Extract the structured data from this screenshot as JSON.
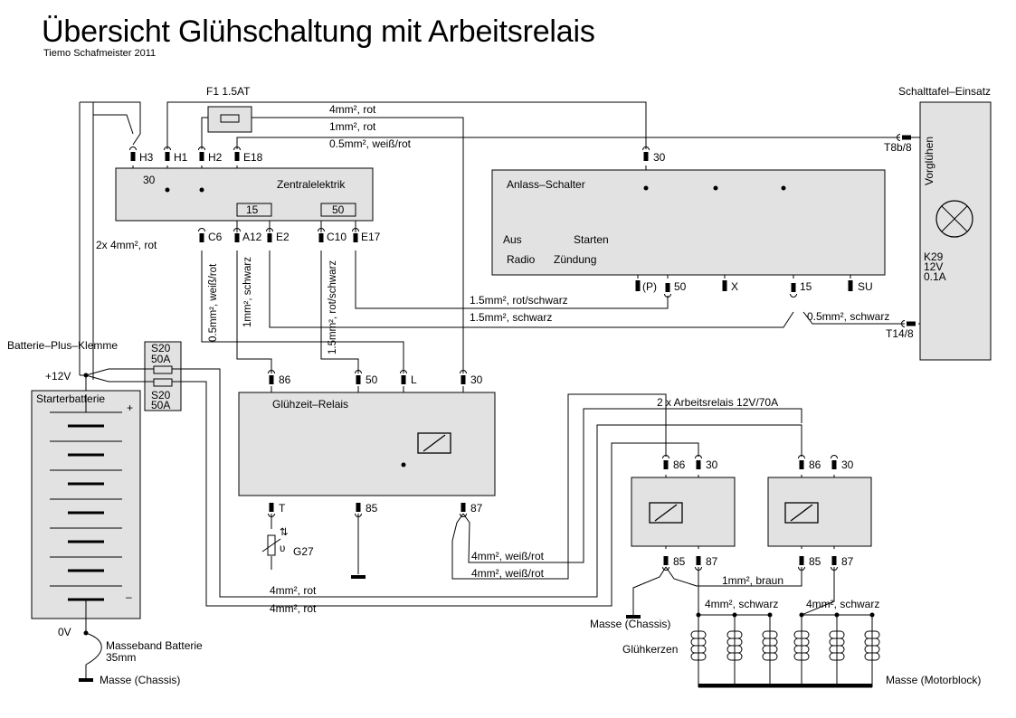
{
  "title": "Übersicht Glühschaltung mit Arbeitsrelais",
  "author": "Tiemo Schafmeister 2011",
  "labels": {
    "f1": "F1  1.5AT",
    "zentralelektrik": "Zentralelektrik",
    "zentral_30": "30",
    "zentral_15": "15",
    "zentral_50": "50",
    "anlass_schalter": "Anlass–Schalter",
    "aus": "Aus",
    "starten": "Starten",
    "radio": "Radio",
    "zuendung": "Zündung",
    "schalttafel": "Schalttafel–Einsatz",
    "vorgluehen": "Vorglühen",
    "k29_name": "K29",
    "k29_volt": "12V",
    "k29_amp": "0.1A",
    "t8b": "T8b/8",
    "t14": "T14/8",
    "batterie_plus_klemme": "Batterie–Plus–Klemme",
    "plus12v": "+12V",
    "starterbatterie": "Starterbatterie",
    "bat_plus": "+",
    "bat_minus": "–",
    "zero_v": "0V",
    "masseband_1": "Masseband Batterie",
    "masseband_2": "35mm",
    "masse_chassis_left": "Masse (Chassis)",
    "masse_chassis_mid": "Masse (Chassis)",
    "masse_motorblock": "Masse (Motorblock)",
    "s20_top": "S20",
    "s20_top_a": "50A",
    "s20_bot": "S20",
    "s20_bot_a": "50A",
    "gluehzeit_relais": "Glühzeit–Relais",
    "g27": "G27",
    "arbeitsrelais": "2 x Arbeitsrelais 12V/70A",
    "gluehkerzen": "Glühkerzen"
  },
  "pins": {
    "h3": "H3",
    "h1": "H1",
    "h2": "H2",
    "e18": "E18",
    "c6": "C6",
    "a12": "A12",
    "e2": "E2",
    "c10": "C10",
    "e17": "E17",
    "sw30": "30",
    "swp": "(P)",
    "sw50": "50",
    "swx": "X",
    "sw15": "15",
    "swsu": "SU",
    "gr86": "86",
    "gr50": "50",
    "grl": "L",
    "gr30": "30",
    "grt": "T",
    "gr85": "85",
    "gr87": "87",
    "r1_86": "86",
    "r1_30": "30",
    "r1_85": "85",
    "r1_87": "87",
    "r2_86": "86",
    "r2_30": "30",
    "r2_85": "85",
    "r2_87": "87"
  },
  "wires": {
    "w_4mm_rot_top": "4mm², rot",
    "w_1mm_rot": "1mm², rot",
    "w_05_weissrot_top": "0.5mm², weiß/rot",
    "w_2x4mm_rot": "2x 4mm², rot",
    "w_05_weissrot_vert": "0.5mm², weiß/rot",
    "w_1mm_schwarz_vert": "1mm², schwarz",
    "w_15_rotschwarz_vert": "1.5mm², rot/schwarz",
    "w_15_rotschwarz_h": "1.5mm², rot/schwarz",
    "w_15_schwarz_h": "1.5mm², schwarz",
    "w_05_schwarz": "0.5mm², schwarz",
    "w_4mm_weissrot_1": "4mm², weiß/rot",
    "w_4mm_weissrot_2": "4mm², weiß/rot",
    "w_4mm_rot_b1": "4mm², rot",
    "w_4mm_rot_b2": "4mm², rot",
    "w_1mm_braun": "1mm², braun",
    "w_4mm_schwarz_1": "4mm², schwarz",
    "w_4mm_schwarz_2": "4mm², schwarz"
  }
}
